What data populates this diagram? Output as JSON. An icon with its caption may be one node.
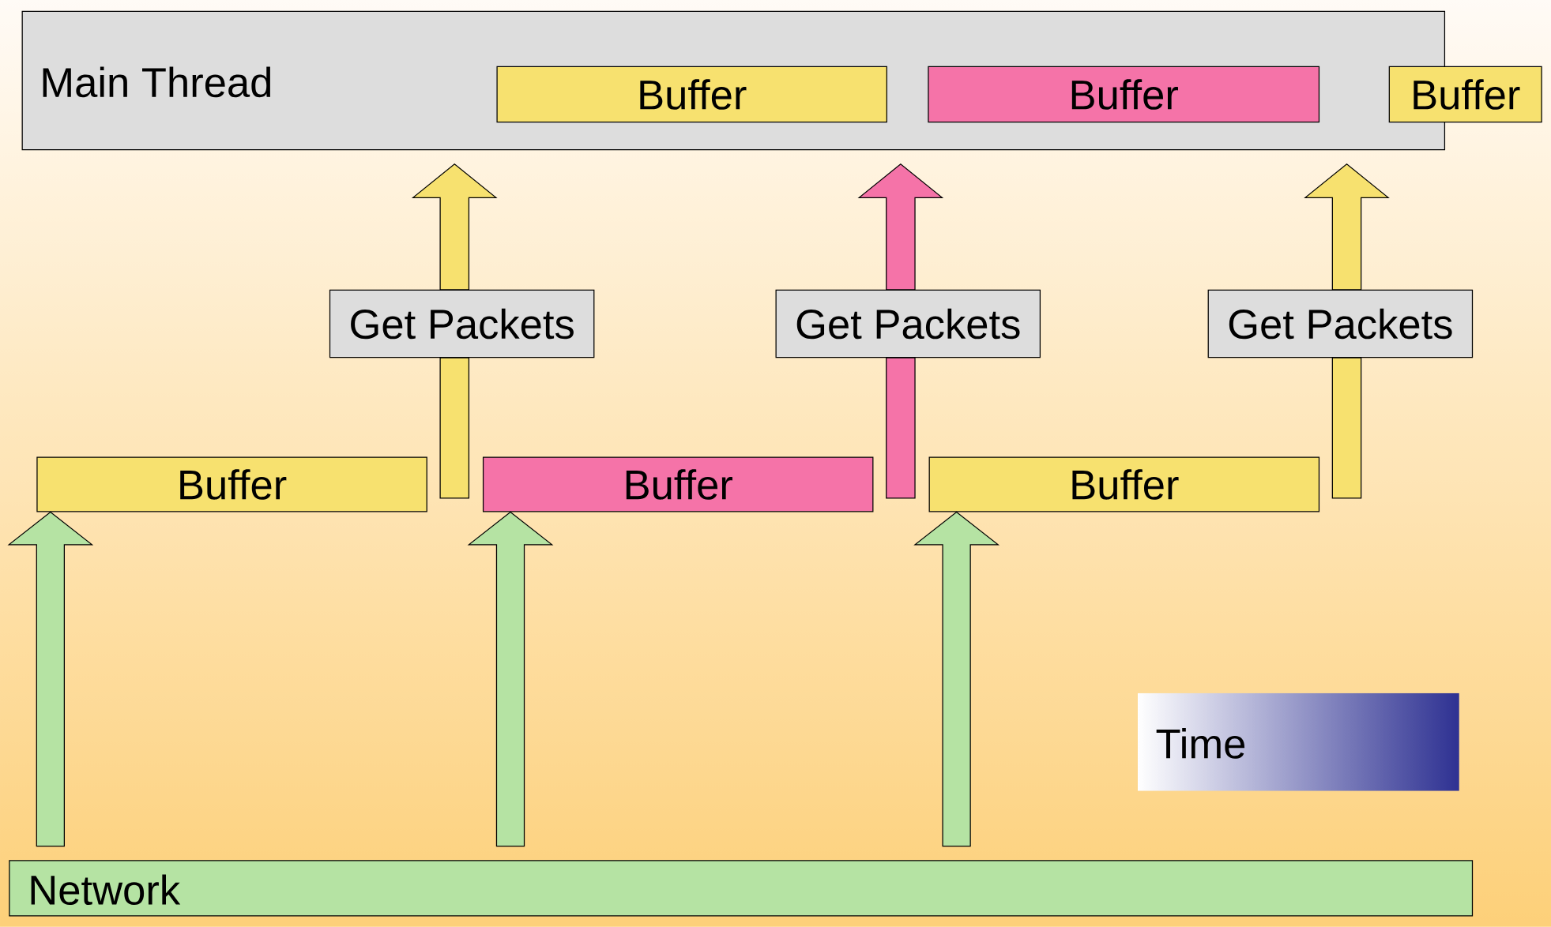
{
  "diagram": {
    "nodes": [
      {
        "text": [
          "Main Thread"
        ]
      },
      {
        "text": [
          "Buffer"
        ],
        "in": 0
      },
      {
        "text": [
          "Buffer"
        ],
        "in": 0
      },
      {
        "text": [
          "Buffer"
        ]
      },
      {
        "text": [
          "Get Packets"
        ]
      },
      {
        "text": [
          "Get Packets"
        ]
      },
      {
        "text": [
          "Get Packets"
        ]
      },
      {
        "text": [
          "Buffer"
        ]
      },
      {
        "text": [
          "Buffer"
        ]
      },
      {
        "text": [
          "Buffer"
        ]
      },
      {
        "text": [
          "Network"
        ]
      },
      {
        "text": [
          "Time"
        ]
      }
    ],
    "edges": [
      {
        "from": 10,
        "to": 7,
        "arrow": "to"
      },
      {
        "from": 10,
        "to": 8,
        "arrow": "to"
      },
      {
        "from": 10,
        "to": 9,
        "arrow": "to"
      },
      {
        "from": 7,
        "to": 4,
        "arrow": "none",
        "color": "#f7e16f"
      },
      {
        "from": 4,
        "to": 0,
        "arrow": "to",
        "color": "#f7e16f"
      },
      {
        "from": 8,
        "to": 5,
        "arrow": "none",
        "color": "#f573a8"
      },
      {
        "from": 5,
        "to": 0,
        "arrow": "to",
        "color": "#f573a8"
      },
      {
        "from": 9,
        "to": 6,
        "arrow": "none",
        "color": "#f7e16f"
      },
      {
        "from": 6,
        "to": 0,
        "arrow": "to",
        "color": "#f7e16f"
      }
    ]
  }
}
